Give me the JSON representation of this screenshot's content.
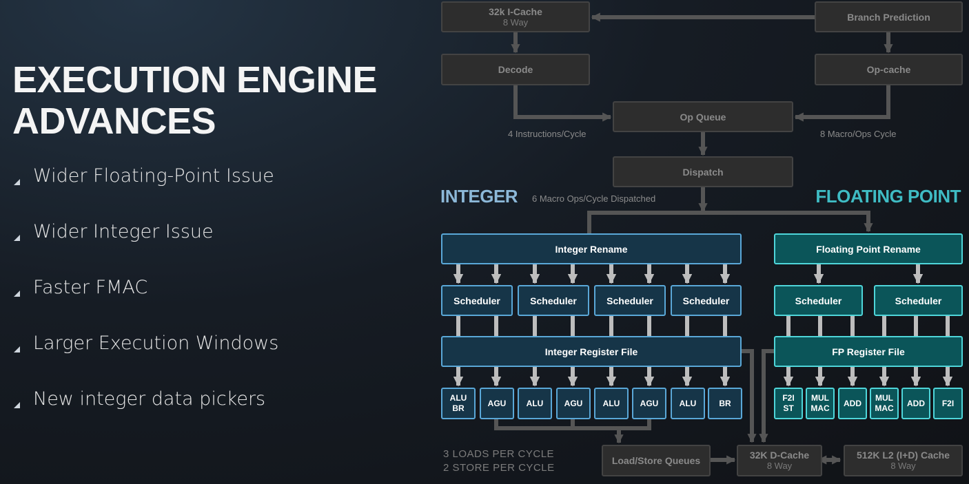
{
  "slide": {
    "title_line1": "EXECUTION ENGINE",
    "title_line2": "ADVANCES",
    "bullets": [
      "Wider Floating-Point Issue",
      "Wider Integer Issue",
      "Faster FMAC",
      "Larger Execution Windows",
      "New integer data pickers"
    ]
  },
  "diagram": {
    "front_end": {
      "icache": {
        "label": "32k I-Cache",
        "sub": "8 Way"
      },
      "branch_prediction": "Branch Prediction",
      "decode": "Decode",
      "op_cache": "Op-cache",
      "op_queue": "Op Queue",
      "dispatch": "Dispatch",
      "decode_rate": "4 Instructions/Cycle",
      "opcache_rate": "8 Macro/Ops Cycle",
      "dispatch_rate": "6 Macro Ops/Cycle Dispatched"
    },
    "integer": {
      "heading": "INTEGER",
      "rename": "Integer Rename",
      "schedulers": [
        "Scheduler",
        "Scheduler",
        "Scheduler",
        "Scheduler"
      ],
      "register_file": "Integer Register File",
      "units": [
        [
          "ALU",
          "BR"
        ],
        [
          "AGU"
        ],
        [
          "ALU"
        ],
        [
          "AGU"
        ],
        [
          "ALU"
        ],
        [
          "AGU"
        ],
        [
          "ALU"
        ],
        [
          "BR"
        ]
      ]
    },
    "floating_point": {
      "heading": "FLOATING POINT",
      "rename": "Floating Point Rename",
      "schedulers": [
        "Scheduler",
        "Scheduler"
      ],
      "register_file": "FP Register File",
      "units": [
        [
          "F2I",
          "ST"
        ],
        [
          "MUL",
          "MAC"
        ],
        [
          "ADD"
        ],
        [
          "MUL",
          "MAC"
        ],
        [
          "ADD"
        ],
        [
          "F2I"
        ]
      ]
    },
    "memory": {
      "load_store": "Load/Store Queues",
      "dcache": {
        "label": "32K D-Cache",
        "sub": "8 Way"
      },
      "l2": {
        "label": "512K L2 (I+D) Cache",
        "sub": "8 Way"
      },
      "loads": "3 LOADS PER CYCLE",
      "stores": "2 STORE PER CYCLE"
    },
    "colors": {
      "integer": "#5aa8d8",
      "floating_point": "#4fd6da",
      "neutral": "#434343"
    }
  }
}
